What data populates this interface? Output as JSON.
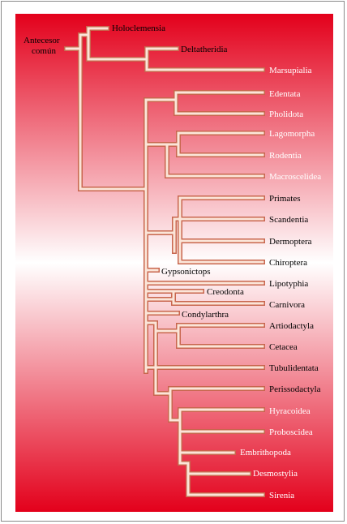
{
  "colors": {
    "edge": "#e3001b",
    "center": "#ffffff",
    "branch_fill": "#fbe5d8",
    "branch_outline": "#c8664e",
    "label_light": "#ffffff",
    "label_dark": "#000000"
  },
  "tree": {
    "root_label_line1": "Antecesor",
    "root_label_line2": "común",
    "taxa": [
      {
        "id": "holoclemensia",
        "label": "Holoclemensia"
      },
      {
        "id": "deltatheridia",
        "label": "Deltatheridia"
      },
      {
        "id": "marsupialia",
        "label": "Marsupialia"
      },
      {
        "id": "edentata",
        "label": "Edentata"
      },
      {
        "id": "pholidota",
        "label": "Pholidota"
      },
      {
        "id": "lagomorpha",
        "label": "Lagomorpha"
      },
      {
        "id": "rodentia",
        "label": "Rodentia"
      },
      {
        "id": "macroscelidea",
        "label": "Macroscelidea"
      },
      {
        "id": "primates",
        "label": "Primates"
      },
      {
        "id": "scandentia",
        "label": "Scandentia"
      },
      {
        "id": "dermoptera",
        "label": "Dermoptera"
      },
      {
        "id": "chiroptera",
        "label": "Chiroptera"
      },
      {
        "id": "gypsonictops",
        "label": "Gypsonictops"
      },
      {
        "id": "lipotyphia",
        "label": "Lipotyphia"
      },
      {
        "id": "creodonta",
        "label": "Creodonta"
      },
      {
        "id": "carnivora",
        "label": "Carnivora"
      },
      {
        "id": "condylarthra",
        "label": "Condylarthra"
      },
      {
        "id": "artiodactyla",
        "label": "Artiodactyla"
      },
      {
        "id": "cetacea",
        "label": "Cetacea"
      },
      {
        "id": "tubulidentata",
        "label": "Tubulidentata"
      },
      {
        "id": "perissodactyla",
        "label": "Perissodactyla"
      },
      {
        "id": "hyracoidea",
        "label": "Hyracoidea"
      },
      {
        "id": "proboscidea",
        "label": "Proboscidea"
      },
      {
        "id": "embrithopoda",
        "label": "Embrithopoda"
      },
      {
        "id": "desmostylia",
        "label": "Desmostylia"
      },
      {
        "id": "sirenia",
        "label": "Sirenia"
      }
    ]
  }
}
